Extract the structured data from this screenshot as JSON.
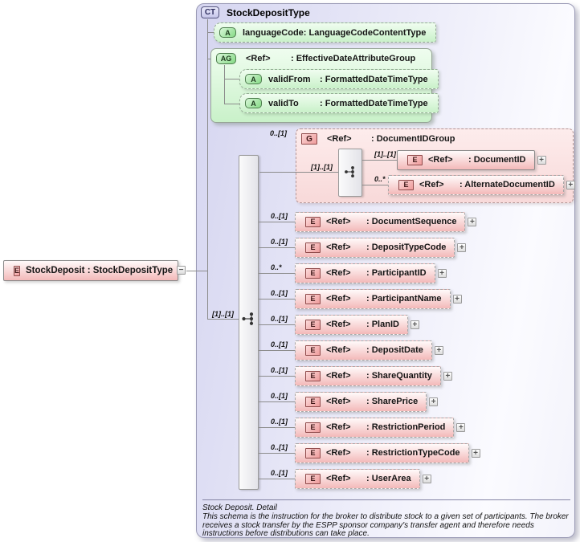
{
  "colors": {
    "panel-border": "#9a9ab5",
    "panel-grad-start": "#d5d5f0",
    "ct-badge-bg": "#c6c6ea",
    "ct-badge-border": "#55557d",
    "green-box-top": "#f0fdf0",
    "green-box-bottom": "#c9f1c9",
    "green-badge-border": "#4d7d4d",
    "pink-box-top": "#fffafa",
    "pink-box-bottom": "#f3b9b9",
    "pink-badge-border": "#8f4a4a",
    "group-box-top": "#fdecec",
    "group-box-bottom": "#f8d9d9",
    "bar-grad-start": "#fbfbfb",
    "bar-grad-end": "#e3e3e9",
    "line": "#8c8c8c"
  },
  "icons": {
    "plus": "+",
    "minus": "−"
  },
  "header": {
    "badge": "CT",
    "title": "StockDepositType"
  },
  "root_element": {
    "badge": "E",
    "label": "StockDeposit : StockDepositType"
  },
  "attribute": {
    "badge": "A",
    "name": "languageCode",
    "type": ": LanguageCodeContentType"
  },
  "attribute_group": {
    "badge": "AG",
    "ref": "<Ref>",
    "type": ": EffectiveDateAttributeGroup",
    "attributes": [
      {
        "badge": "A",
        "name": "validFrom",
        "type": ": FormattedDateTimeType"
      },
      {
        "badge": "A",
        "name": "validTo",
        "type": ": FormattedDateTimeType"
      }
    ]
  },
  "content_model": {
    "cardinality": "[1]..[1]"
  },
  "group": {
    "badge": "G",
    "ref": "<Ref>",
    "type": ": DocumentIDGroup",
    "cardinality": "0..[1]",
    "inner_cardinality": "[1]..[1]",
    "children": [
      {
        "badge": "E",
        "ref": "<Ref>",
        "name": ": DocumentID",
        "cardinality": "[1]..[1]",
        "required": true
      },
      {
        "badge": "E",
        "ref": "<Ref>",
        "name": ": AlternateDocumentID",
        "cardinality": "0..*",
        "required": false
      }
    ]
  },
  "elements": [
    {
      "badge": "E",
      "ref": "<Ref>",
      "name": ": DocumentSequence",
      "cardinality": "0..[1]"
    },
    {
      "badge": "E",
      "ref": "<Ref>",
      "name": ": DepositTypeCode",
      "cardinality": "0..[1]"
    },
    {
      "badge": "E",
      "ref": "<Ref>",
      "name": ": ParticipantID",
      "cardinality": "0..*"
    },
    {
      "badge": "E",
      "ref": "<Ref>",
      "name": ": ParticipantName",
      "cardinality": "0..[1]"
    },
    {
      "badge": "E",
      "ref": "<Ref>",
      "name": ": PlanID",
      "cardinality": "0..[1]"
    },
    {
      "badge": "E",
      "ref": "<Ref>",
      "name": ": DepositDate",
      "cardinality": "0..[1]"
    },
    {
      "badge": "E",
      "ref": "<Ref>",
      "name": ": ShareQuantity",
      "cardinality": "0..[1]"
    },
    {
      "badge": "E",
      "ref": "<Ref>",
      "name": ": SharePrice",
      "cardinality": "0..[1]"
    },
    {
      "badge": "E",
      "ref": "<Ref>",
      "name": ": RestrictionPeriod",
      "cardinality": "0..[1]"
    },
    {
      "badge": "E",
      "ref": "<Ref>",
      "name": ": RestrictionTypeCode",
      "cardinality": "0..[1]"
    },
    {
      "badge": "E",
      "ref": "<Ref>",
      "name": ": UserArea",
      "cardinality": "0..[1]"
    }
  ],
  "footer": {
    "title": "Stock Deposit. Detail",
    "description": "This schema is the instruction for the broker to distribute stock to a given set of participants.  The broker receives a stock transfer by the ESPP sponsor company's transfer agent and therefore needs instructions before distributions can take place."
  }
}
